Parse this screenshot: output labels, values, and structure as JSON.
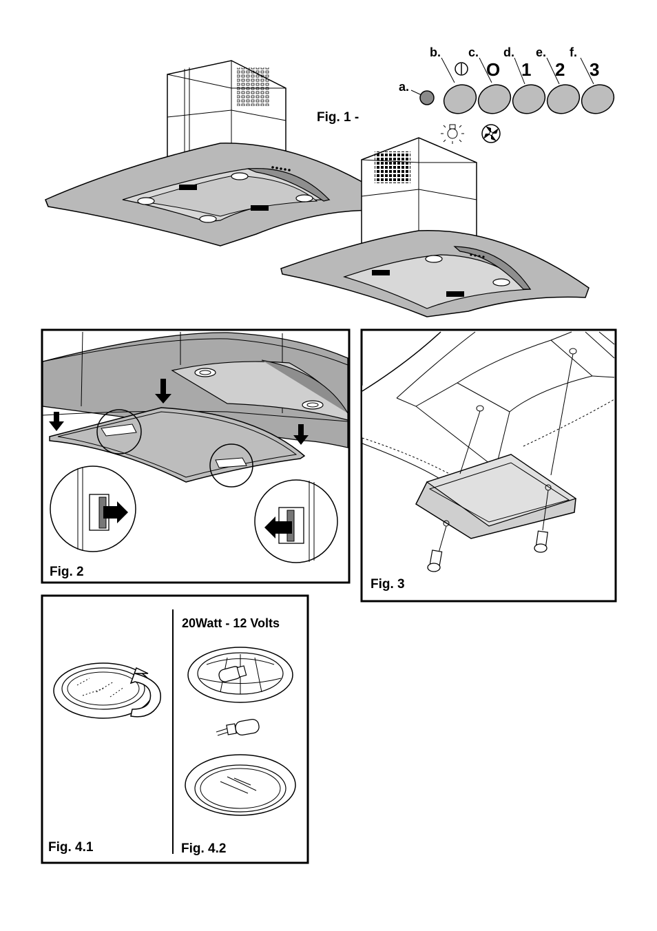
{
  "figures": {
    "fig1": {
      "caption": "Fig. 1 -"
    },
    "fig2": {
      "caption": "Fig. 2"
    },
    "fig3": {
      "caption": "Fig. 3"
    },
    "fig41": {
      "caption": "Fig. 4.1"
    },
    "fig42": {
      "caption": "Fig. 4.2",
      "lamp_spec": "20Watt - 12 Volts"
    }
  },
  "control_panel": {
    "buttons": [
      {
        "letter": "a.",
        "symbol": ""
      },
      {
        "letter": "b.",
        "symbol": "⏀"
      },
      {
        "letter": "c.",
        "symbol": "O"
      },
      {
        "letter": "d.",
        "symbol": "1"
      },
      {
        "letter": "e.",
        "symbol": "2"
      },
      {
        "letter": "f.",
        "symbol": "3"
      }
    ],
    "indicator_icons": [
      "light-bulb-icon",
      "fan-icon"
    ]
  }
}
